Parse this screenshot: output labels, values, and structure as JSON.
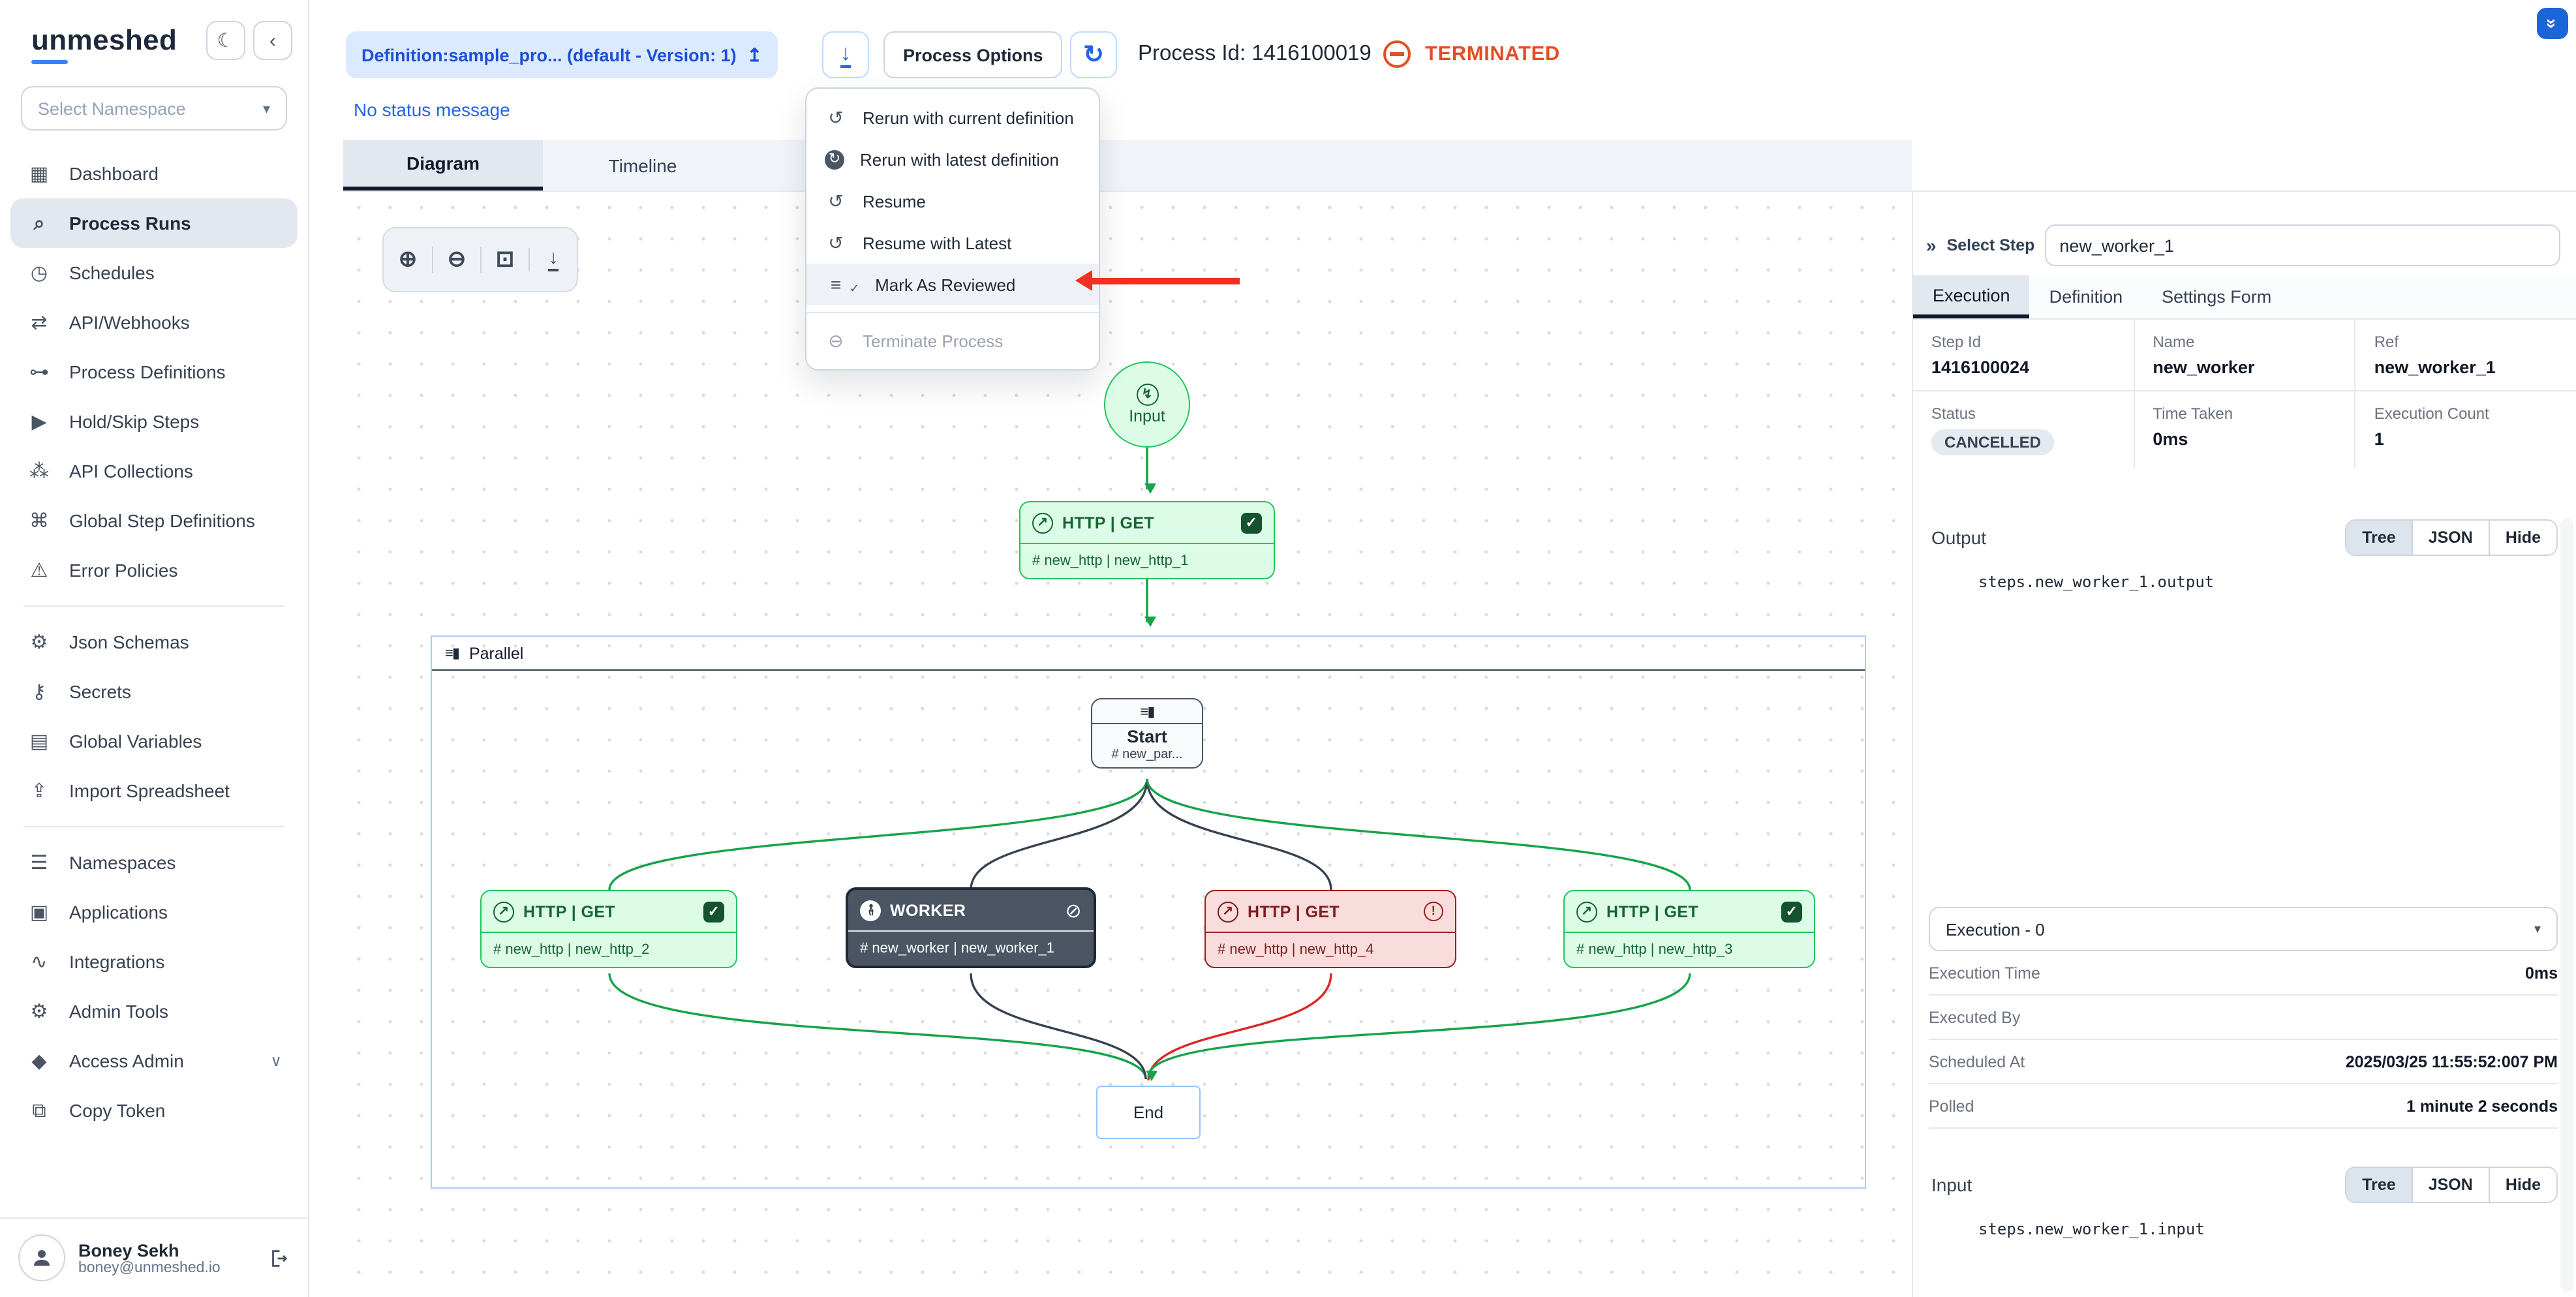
{
  "app": {
    "logo": "unmeshed"
  },
  "colors": {
    "accent": "#2563eb",
    "terminated": "#e44e26",
    "success": "#22c55e",
    "error": "#dc2626",
    "dark_node": "#4b5563"
  },
  "sidebar": {
    "icons": {
      "moon": "☾",
      "collapse": "‹",
      "caret": "▾",
      "chevron_down": "∨"
    },
    "namespace_placeholder": "Select Namespace",
    "groups": [
      {
        "items": [
          {
            "label": "Dashboard",
            "glyph": "▦"
          },
          {
            "label": "Process Runs",
            "glyph": "⌕"
          },
          {
            "label": "Schedules",
            "glyph": "◷"
          },
          {
            "label": "API/Webhooks",
            "glyph": "⇄"
          },
          {
            "label": "Process Definitions",
            "glyph": "⊶"
          },
          {
            "label": "Hold/Skip Steps",
            "glyph": "▶"
          },
          {
            "label": "API Collections",
            "glyph": "⁂"
          },
          {
            "label": "Global Step Definitions",
            "glyph": "⌘"
          },
          {
            "label": "Error Policies",
            "glyph": "⚠"
          }
        ]
      },
      {
        "items": [
          {
            "label": "Json Schemas",
            "glyph": "⚙"
          },
          {
            "label": "Secrets",
            "glyph": "⚷"
          },
          {
            "label": "Global Variables",
            "glyph": "▤"
          },
          {
            "label": "Import Spreadsheet",
            "glyph": "⇪"
          }
        ]
      },
      {
        "items": [
          {
            "label": "Namespaces",
            "glyph": "☰"
          },
          {
            "label": "Applications",
            "glyph": "▣"
          },
          {
            "label": "Integrations",
            "glyph": "∿"
          },
          {
            "label": "Admin Tools",
            "glyph": "⚙"
          },
          {
            "label": "Access Admin",
            "glyph": "◆"
          },
          {
            "label": "Copy Token",
            "glyph": "⧉"
          }
        ]
      }
    ],
    "user": {
      "name": "Boney Sekh",
      "email": "boney@unmeshed.io"
    }
  },
  "topbar": {
    "definition_label": "Definition:sample_pro...  (default - Version: 1)",
    "open_icon": "↥",
    "download_icon": "↓",
    "process_options_label": "Process Options",
    "refresh_icon": "↻",
    "process_id_label": "Process Id: 1416100019",
    "status_label": "TERMINATED",
    "corner_icon": "»",
    "status_message": "No status message"
  },
  "tabs": {
    "diagram": "Diagram",
    "timeline": "Timeline"
  },
  "menu": {
    "items": [
      {
        "label": "Rerun with current definition",
        "glyph": "↺"
      },
      {
        "label": "Rerun with latest definition",
        "glyph": "↻"
      },
      {
        "label": "Resume",
        "glyph": "↺"
      },
      {
        "label": "Resume with Latest",
        "glyph": "↺"
      },
      {
        "label": "Mark As Reviewed",
        "glyph": "≡",
        "glyph2": "✓"
      },
      {
        "label": "Terminate Process",
        "glyph": "⊖"
      }
    ]
  },
  "diagram": {
    "toolbar": {
      "zoom_in": "⊕",
      "zoom_out": "⊖",
      "fit": "⊡",
      "download": "↓"
    },
    "input": {
      "label": "Input",
      "bolt": "↯"
    },
    "http_icon": "↗",
    "check_icon": "✓",
    "slash_icon": "⊘",
    "error_icon": "!",
    "parallel_icon_lines": "≡",
    "parallel_icon_block": "▮",
    "http1": {
      "title": "HTTP | GET",
      "ref": "# new_http | new_http_1"
    },
    "parallel_label": "Parallel",
    "start": {
      "title": "Start",
      "ref": "# new_par..."
    },
    "nodes": [
      {
        "title": "HTTP | GET",
        "ref": "# new_http | new_http_2",
        "state": "success"
      },
      {
        "title": "WORKER",
        "ref": "# new_worker | new_worker_1",
        "state": "cancelled"
      },
      {
        "title": "HTTP | GET",
        "ref": "# new_http | new_http_4",
        "state": "error"
      },
      {
        "title": "HTTP | GET",
        "ref": "# new_http | new_http_3",
        "state": "success"
      }
    ],
    "end_label": "End"
  },
  "panel": {
    "collapse_icon": "»",
    "select_step_label": "Select Step",
    "select_step_value": "new_worker_1",
    "tabs": [
      "Execution",
      "Definition",
      "Settings Form"
    ],
    "details": {
      "step_id_label": "Step Id",
      "step_id": "1416100024",
      "name_label": "Name",
      "name": "new_worker",
      "ref_label": "Ref",
      "ref": "new_worker_1",
      "status_label": "Status",
      "status": "CANCELLED",
      "time_taken_label": "Time Taken",
      "time_taken": "0ms",
      "exec_count_label": "Execution Count",
      "exec_count": "1"
    },
    "view_toggle": [
      "Tree",
      "JSON",
      "Hide"
    ],
    "output": {
      "label": "Output",
      "path": "steps.new_worker_1.output"
    },
    "execution_select": "Execution - 0",
    "select_caret": "▾",
    "rows": [
      {
        "label": "Execution Time",
        "value": "0ms"
      },
      {
        "label": "Executed By",
        "value": ""
      },
      {
        "label": "Scheduled At",
        "value": "2025/03/25 11:55:52:007 PM"
      },
      {
        "label": "Polled",
        "value": "1 minute 2 seconds"
      }
    ],
    "input": {
      "label": "Input",
      "path": "steps.new_worker_1.input"
    }
  }
}
